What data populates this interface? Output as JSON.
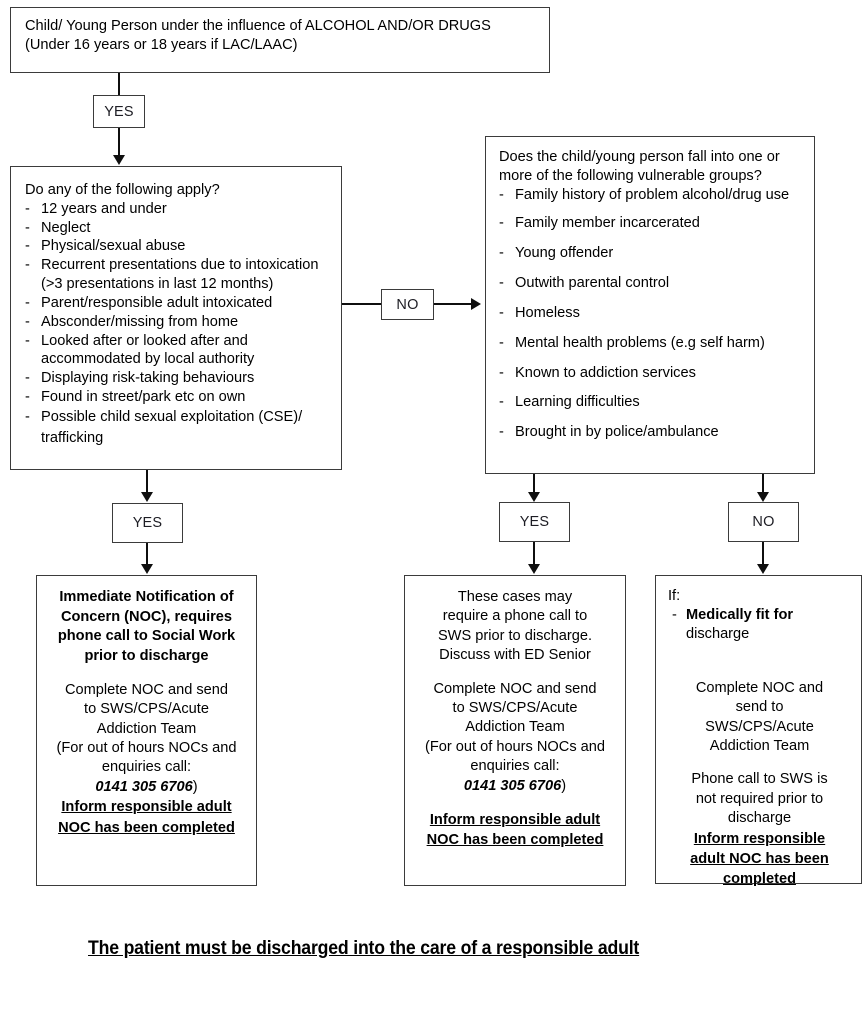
{
  "start_box": {
    "line1": "Child/ Young Person under the influence of ALCOHOL AND/OR DRUGS",
    "line2": "(Under 16 years or 18 years if LAC/LAAC)"
  },
  "connectors": {
    "yes_top": "YES",
    "no_middle": "NO",
    "yes_left": "YES",
    "yes_center": "YES",
    "no_right": "NO"
  },
  "left_decision": {
    "question": "Do any of the following apply?",
    "items": [
      "12 years and under",
      "Neglect",
      "Physical/sexual abuse",
      "Recurrent presentations due to intoxication (>3 presentations in last 12 months)",
      "Parent/responsible adult intoxicated",
      "Absconder/missing from home",
      "Looked after or looked after and accommodated by local authority",
      "Displaying risk-taking behaviours",
      "Found in street/park etc on own",
      "Possible child sexual exploitation (CSE)/ trafficking"
    ]
  },
  "right_decision": {
    "question": "Does the child/young person fall into one or more of the following vulnerable groups?",
    "items": [
      "Family history of problem alcohol/drug use",
      "Family member incarcerated",
      "Young offender",
      "Outwith parental control",
      "Homeless",
      "Mental health problems (e.g self harm)",
      "Known to addiction services",
      "Learning difficulties",
      "Brought in by police/ambulance"
    ]
  },
  "outcome_left": {
    "heading": "Immediate Notification of Concern (NOC), requires phone call to Social Work prior to discharge",
    "body_line1": "Complete NOC and send",
    "body_line2": "to SWS/CPS/Acute",
    "body_line3": "Addiction Team",
    "body_line4": "(For out of hours NOCs and",
    "body_line5": "enquiries call:",
    "phone": "0141 305 6706",
    "paren_close": ")",
    "underlined_line1": "Inform responsible adult",
    "underlined_line2": "NOC has been completed"
  },
  "outcome_middle": {
    "intro_line1": "These cases may",
    "intro_line2": "require a phone call to",
    "intro_line3": "SWS prior to discharge.",
    "intro_line4": "Discuss with ED Senior",
    "body_line1": "Complete NOC and send",
    "body_line2": "to SWS/CPS/Acute",
    "body_line3": "Addiction Team",
    "body_line4": "(For out of hours NOCs and",
    "body_line5": "enquiries call:",
    "phone": "0141 305 6706",
    "paren_close": ")",
    "underlined_line1": "Inform responsible adult",
    "underlined_line2": "NOC has been completed"
  },
  "outcome_right": {
    "if_label": "If:",
    "bullet_bold": "Medically fit for",
    "bullet_rest": "discharge",
    "body_line1": "Complete NOC and",
    "body_line2": "send to",
    "body_line3": "SWS/CPS/Acute",
    "body_line4": "Addiction Team",
    "note_line1": "Phone call to SWS is",
    "note_line2": "not required prior to",
    "note_line3": "discharge",
    "underlined_line1": "Inform responsible",
    "underlined_line2": "adult NOC has been",
    "underlined_line3": "completed"
  },
  "footer": {
    "text": "The patient must be discharged into the care of a responsible adult"
  },
  "colors": {
    "ink": "#000000",
    "box_border": "#3b3b3b",
    "connector": "#0f0f0f",
    "background": "#ffffff"
  }
}
